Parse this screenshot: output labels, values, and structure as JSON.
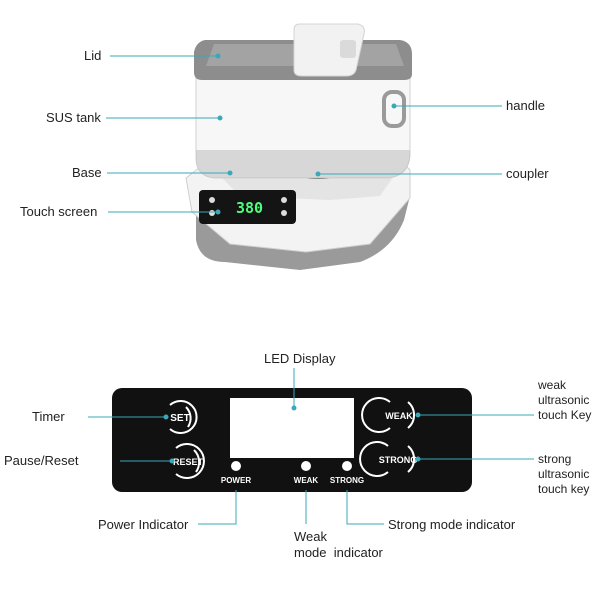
{
  "product_labels": {
    "lid": "Lid",
    "sus_tank": "SUS tank",
    "base": "Base",
    "touch_screen": "Touch screen",
    "handle": "handle",
    "coupler": "coupler"
  },
  "display_readout": "380",
  "panel_labels": {
    "led_display": "LED Display",
    "timer": "Timer",
    "pause_reset": "Pause/Reset",
    "weak_key": [
      "weak",
      "ultrasonic",
      "touch Key"
    ],
    "strong_key": [
      "strong",
      "ultrasonic",
      "touch key"
    ],
    "power_indicator": "Power Indicator",
    "weak_indicator": [
      "Weak",
      "mode  indicator"
    ],
    "strong_indicator": "Strong mode indicator"
  },
  "panel_buttons": {
    "set": "SET",
    "reset": "RESET",
    "weak": "WEAK",
    "strong": "STRONG"
  },
  "panel_indicators": {
    "power": "POWER",
    "weak": "WEAK",
    "strong": "STRONG"
  },
  "colors": {
    "panel_bg": "#111111",
    "line": "#3aa8b8",
    "device_white": "#f4f4f4",
    "device_grey": "#8c8c8c",
    "display_green": "#4cff7a"
  }
}
